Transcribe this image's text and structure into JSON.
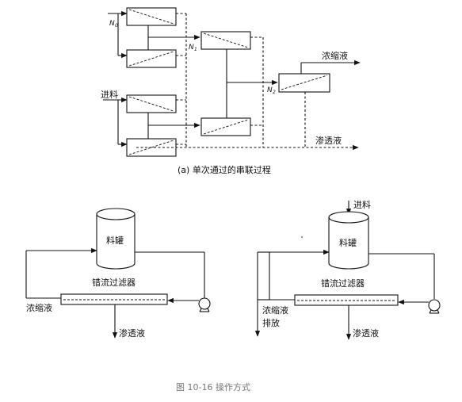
{
  "diagram_a": {
    "label_n0": "N",
    "label_n0_sub": "0",
    "label_n1": "N",
    "label_n1_sub": "1",
    "label_n2": "N",
    "label_n2_sub": "2",
    "label_feed": "进料",
    "label_concentrate": "浓缩液",
    "label_permeate": "渗透液",
    "caption": "(a) 单次通过的串联过程"
  },
  "diagram_b": {
    "tank_label": "料罐",
    "filter_label": "错流过滤器",
    "concentrate_label": "浓缩液",
    "permeate_label": "渗透液"
  },
  "diagram_c": {
    "feed_label": "进料",
    "tank_label": "料罐",
    "filter_label": "错流过滤器",
    "concentrate_label": "浓缩液",
    "discharge_label": "排放",
    "permeate_label": "渗透液"
  },
  "figure_caption": "图 10-16 操作方式"
}
